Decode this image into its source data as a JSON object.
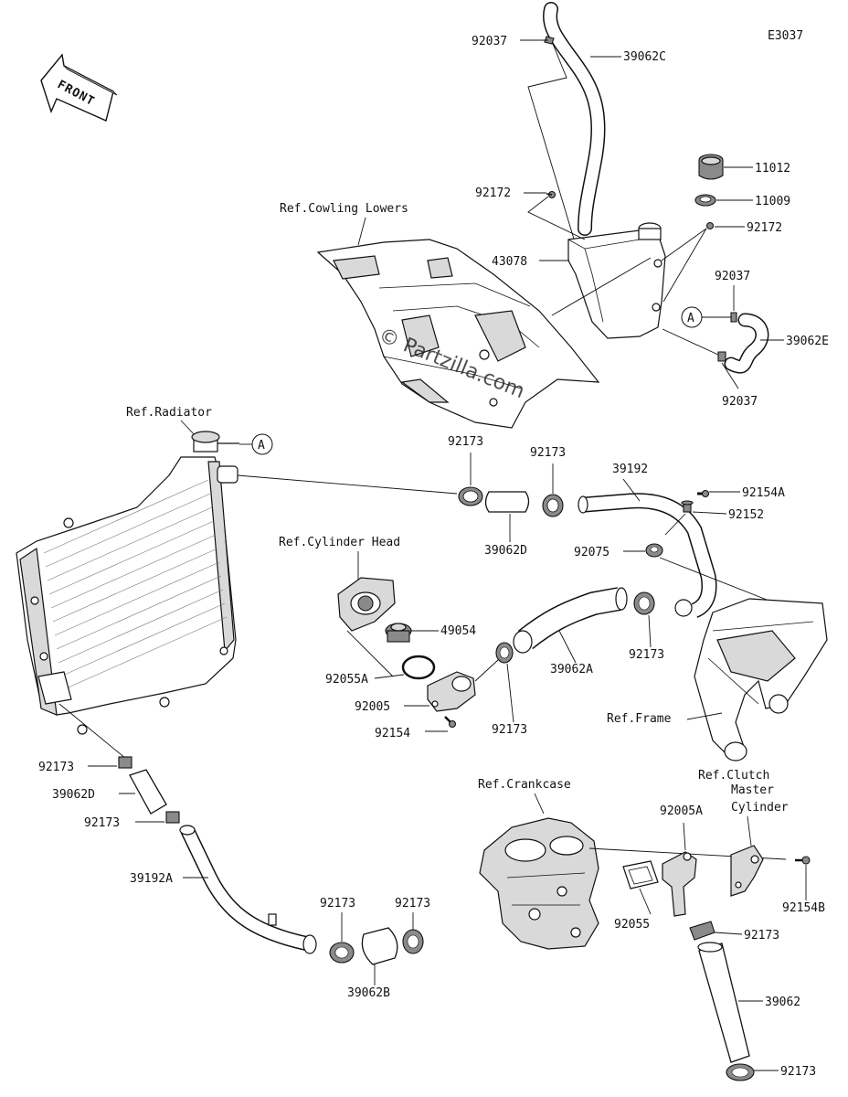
{
  "diagram_code": "E3037",
  "front_label": "FRONT",
  "watermark": "© Partzilla.com",
  "callout_letter": "A",
  "refs": {
    "cowling": "Ref.Cowling Lowers",
    "radiator": "Ref.Radiator",
    "cylinder_head": "Ref.Cylinder Head",
    "frame": "Ref.Frame",
    "crankcase": "Ref.Crankcase",
    "clutch_1": "Ref.Clutch",
    "clutch_2": "Master",
    "clutch_3": "Cylinder"
  },
  "labels": {
    "p92037_top": "92037",
    "p39062C": "39062C",
    "p11012": "11012",
    "p11009": "11009",
    "p92172_left": "92172",
    "p92172_right": "92172",
    "p43078": "43078",
    "p92037_mid": "92037",
    "p39062E": "39062E",
    "p92037_low": "92037",
    "p92173_a": "92173",
    "p92173_b": "92173",
    "p39192": "39192",
    "p92154A": "92154A",
    "p92152": "92152",
    "p39062D_top": "39062D",
    "p92075": "92075",
    "p49054": "49054",
    "p39062A": "39062A",
    "p92173_c": "92173",
    "p92055A": "92055A",
    "p92173_d": "92173",
    "p92005": "92005",
    "p92154": "92154",
    "p92173_e": "92173",
    "p39062D_left": "39062D",
    "p92173_f": "92173",
    "p39192A": "39192A",
    "p92173_g": "92173",
    "p92173_h": "92173",
    "p39062B": "39062B",
    "p92005A": "92005A",
    "p92154B": "92154B",
    "p92055": "92055",
    "p92173_i": "92173",
    "p39062": "39062",
    "p92173_j": "92173"
  }
}
